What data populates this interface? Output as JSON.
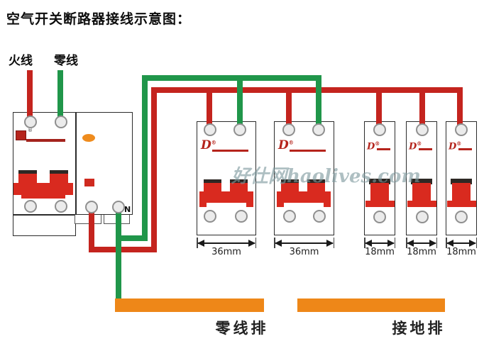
{
  "title": "空气开关断路器接线示意图：",
  "legend": {
    "live_label": "火线",
    "neutral_label": "零线"
  },
  "main_breaker": {
    "neutral_terminal_label": "N"
  },
  "brand": {
    "letter": "D",
    "registered": "®"
  },
  "dim_labels": [
    "36mm",
    "36mm",
    "18mm",
    "18mm",
    "18mm"
  ],
  "bars": {
    "neutral_label": "零线排",
    "ground_label": "接地排"
  },
  "watermark": "好仕网haolives.com",
  "colors": {
    "live_wire": "#c4241e",
    "neutral_wire": "#20964a",
    "bus_bar_orange": "#ee8718",
    "handle_red": "#d92a1f",
    "handle_cap": "#2e2824",
    "logo_red": "#b5241c"
  }
}
